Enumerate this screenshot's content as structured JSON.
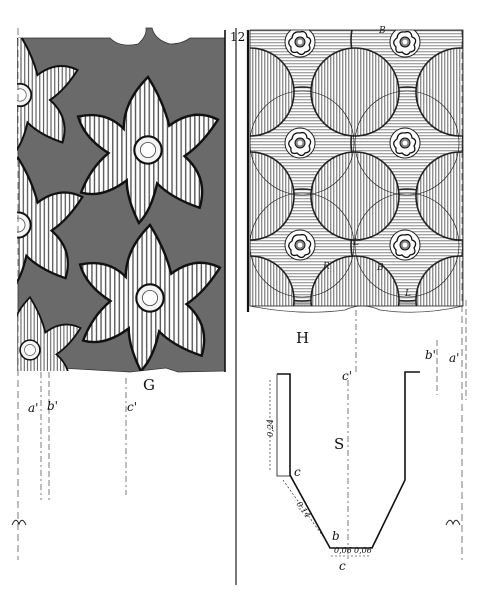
{
  "plate": {
    "number": "12",
    "figure_left": {
      "label": "G",
      "guides": [
        "a'",
        "b'",
        "c'"
      ]
    },
    "figure_right": {
      "label": "H",
      "panel_letters": [
        "B",
        "R",
        "B",
        "L",
        "L"
      ],
      "guides": [
        "c'",
        "b'",
        "a'"
      ],
      "section": {
        "label": "S",
        "points": [
          "c",
          "b",
          "c"
        ],
        "dimensions": [
          "0,24",
          "0,14",
          "0,06",
          "0,06"
        ]
      }
    },
    "colors": {
      "ink": "#1a1a1a",
      "tone": "#6e6e6e",
      "paper": "#ffffff"
    }
  }
}
